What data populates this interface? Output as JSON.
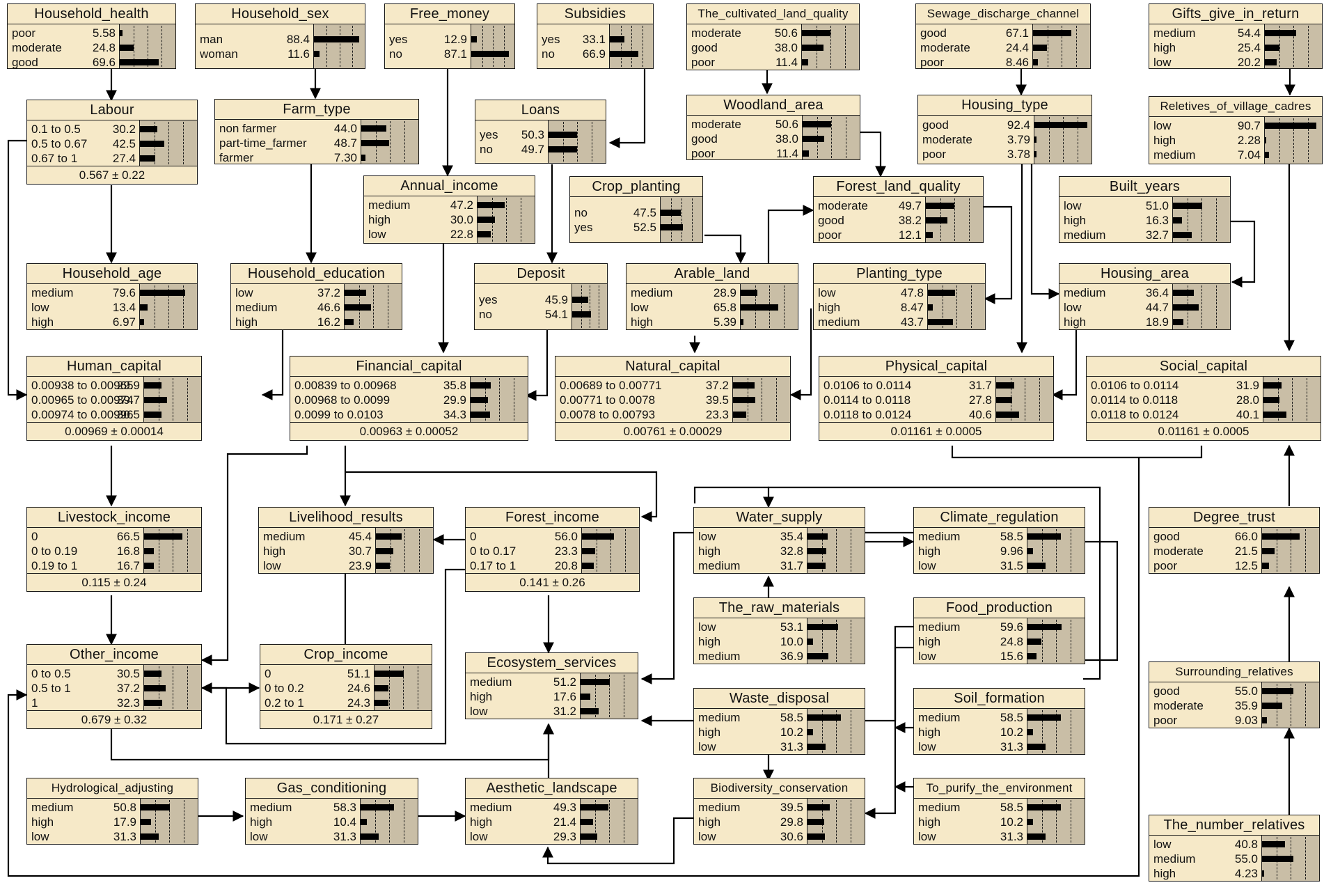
{
  "nodes": [
    {
      "id": "household_health",
      "name": "Household_health",
      "states": [
        [
          "poor",
          "5.58"
        ],
        [
          "moderate",
          "24.8"
        ],
        [
          "good",
          "69.6"
        ]
      ],
      "pct": [
        5.58,
        24.8,
        69.6
      ]
    },
    {
      "id": "household_sex",
      "name": "Household_sex",
      "states": [
        [
          "man",
          "88.4"
        ],
        [
          "woman",
          "11.6"
        ]
      ],
      "pct": [
        88.4,
        11.6
      ]
    },
    {
      "id": "free_money",
      "name": "Free_money",
      "states": [
        [
          "yes",
          "12.9"
        ],
        [
          "no",
          "87.1"
        ]
      ],
      "pct": [
        12.9,
        87.1
      ]
    },
    {
      "id": "subsidies",
      "name": "Subsidies",
      "states": [
        [
          "yes",
          "33.1"
        ],
        [
          "no",
          "66.9"
        ]
      ],
      "pct": [
        33.1,
        66.9
      ]
    },
    {
      "id": "cultivated_land_quality",
      "name": "The_cultivated_land_quality",
      "states": [
        [
          "moderate",
          "50.6"
        ],
        [
          "good",
          "38.0"
        ],
        [
          "poor",
          "11.4"
        ]
      ],
      "pct": [
        50.6,
        38.0,
        11.4
      ]
    },
    {
      "id": "sewage_discharge_channel",
      "name": "Sewage_discharge_channel",
      "states": [
        [
          "good",
          "67.1"
        ],
        [
          "moderate",
          "24.4"
        ],
        [
          "poor",
          "8.46"
        ]
      ],
      "pct": [
        67.1,
        24.4,
        8.46
      ]
    },
    {
      "id": "gifts_give_in_return",
      "name": "Gifts_give_in_return",
      "states": [
        [
          "medium",
          "54.4"
        ],
        [
          "high",
          "25.4"
        ],
        [
          "low",
          "20.2"
        ]
      ],
      "pct": [
        54.4,
        25.4,
        20.2
      ]
    },
    {
      "id": "labour",
      "name": "Labour",
      "states": [
        [
          "0.1 to 0.5",
          "30.2"
        ],
        [
          "0.5 to 0.67",
          "42.5"
        ],
        [
          "0.67 to 1",
          "27.4"
        ]
      ],
      "pct": [
        30.2,
        42.5,
        27.4
      ],
      "footer": "0.567  ± 0.22"
    },
    {
      "id": "farm_type",
      "name": "Farm_type",
      "states": [
        [
          "non farmer",
          "44.0"
        ],
        [
          "part-time_farmer",
          "48.7"
        ],
        [
          "farmer",
          "7.30"
        ]
      ],
      "pct": [
        44.0,
        48.7,
        7.3
      ]
    },
    {
      "id": "loans",
      "name": "Loans",
      "states": [
        [
          "yes",
          "50.3"
        ],
        [
          "no",
          "49.7"
        ]
      ],
      "pct": [
        50.3,
        49.7
      ]
    },
    {
      "id": "woodland_area",
      "name": "Woodland_area",
      "states": [
        [
          "moderate",
          "50.6"
        ],
        [
          "good",
          "38.0"
        ],
        [
          "poor",
          "11.4"
        ]
      ],
      "pct": [
        50.6,
        38.0,
        11.4
      ]
    },
    {
      "id": "housing_type",
      "name": "Housing_type",
      "states": [
        [
          "good",
          "92.4"
        ],
        [
          "moderate",
          "3.79"
        ],
        [
          "poor",
          "3.78"
        ]
      ],
      "pct": [
        92.4,
        3.79,
        3.78
      ]
    },
    {
      "id": "reletives_of_village_cadres",
      "name": "Reletives_of_village_cadres",
      "states": [
        [
          "low",
          "90.7"
        ],
        [
          "high",
          "2.28"
        ],
        [
          "medium",
          "7.04"
        ]
      ],
      "pct": [
        90.7,
        2.28,
        7.04
      ]
    },
    {
      "id": "annual_income",
      "name": "Annual_income",
      "states": [
        [
          "medium",
          "47.2"
        ],
        [
          "high",
          "30.0"
        ],
        [
          "low",
          "22.8"
        ]
      ],
      "pct": [
        47.2,
        30.0,
        22.8
      ]
    },
    {
      "id": "crop_planting",
      "name": "Crop_planting",
      "states": [
        [
          "no",
          "47.5"
        ],
        [
          "yes",
          "52.5"
        ]
      ],
      "pct": [
        47.5,
        52.5
      ]
    },
    {
      "id": "forest_land_quality",
      "name": "Forest_land_quality",
      "states": [
        [
          "moderate",
          "49.7"
        ],
        [
          "good",
          "38.2"
        ],
        [
          "poor",
          "12.1"
        ]
      ],
      "pct": [
        49.7,
        38.2,
        12.1
      ]
    },
    {
      "id": "built_years",
      "name": "Built_years",
      "states": [
        [
          "low",
          "51.0"
        ],
        [
          "high",
          "16.3"
        ],
        [
          "medium",
          "32.7"
        ]
      ],
      "pct": [
        51.0,
        16.3,
        32.7
      ]
    },
    {
      "id": "household_age",
      "name": "Household_age",
      "states": [
        [
          "medium",
          "79.6"
        ],
        [
          "low",
          "13.4"
        ],
        [
          "high",
          "6.97"
        ]
      ],
      "pct": [
        79.6,
        13.4,
        6.97
      ]
    },
    {
      "id": "household_education",
      "name": "Household_education",
      "states": [
        [
          "low",
          "37.2"
        ],
        [
          "medium",
          "46.6"
        ],
        [
          "high",
          "16.2"
        ]
      ],
      "pct": [
        37.2,
        46.6,
        16.2
      ]
    },
    {
      "id": "deposit",
      "name": "Deposit",
      "states": [
        [
          "yes",
          "45.9"
        ],
        [
          "no",
          "54.1"
        ]
      ],
      "pct": [
        45.9,
        54.1
      ]
    },
    {
      "id": "arable_land",
      "name": "Arable_land",
      "states": [
        [
          "medium",
          "28.9"
        ],
        [
          "low",
          "65.8"
        ],
        [
          "high",
          "5.39"
        ]
      ],
      "pct": [
        28.9,
        65.8,
        5.39
      ]
    },
    {
      "id": "planting_type",
      "name": "Planting_type",
      "states": [
        [
          "low",
          "47.8"
        ],
        [
          "high",
          "8.47"
        ],
        [
          "medium",
          "43.7"
        ]
      ],
      "pct": [
        47.8,
        8.47,
        43.7
      ]
    },
    {
      "id": "housing_area",
      "name": "Housing_area",
      "states": [
        [
          "medium",
          "36.4"
        ],
        [
          "low",
          "44.7"
        ],
        [
          "high",
          "18.9"
        ]
      ],
      "pct": [
        36.4,
        44.7,
        18.9
      ]
    },
    {
      "id": "human_capital",
      "name": "Human_capital",
      "states": [
        [
          "0.00938 to 0.00965",
          "29.9"
        ],
        [
          "0.00965 to 0.00974",
          "39.7"
        ],
        [
          "0.00974 to 0.00996",
          "30.5"
        ]
      ],
      "pct": [
        29.9,
        39.7,
        30.5
      ],
      "footer": "0.00969  ± 0.00014"
    },
    {
      "id": "financial_capital",
      "name": "Financial_capital",
      "states": [
        [
          "0.00839 to 0.00968",
          "35.8"
        ],
        [
          "0.00968 to 0.0099",
          "29.9"
        ],
        [
          "0.0099 to 0.0103",
          "34.3"
        ]
      ],
      "pct": [
        35.8,
        29.9,
        34.3
      ],
      "footer": "0.00963  ± 0.00052"
    },
    {
      "id": "natural_capital",
      "name": "Natural_capital",
      "states": [
        [
          "0.00689 to 0.00771",
          "37.2"
        ],
        [
          "0.00771 to 0.0078",
          "39.5"
        ],
        [
          "0.0078 to 0.00793",
          "23.3"
        ]
      ],
      "pct": [
        37.2,
        39.5,
        23.3
      ],
      "footer": "0.00761  ± 0.00029"
    },
    {
      "id": "physical_capital",
      "name": "Physical_capital",
      "states": [
        [
          "0.0106 to 0.0114",
          "31.7"
        ],
        [
          "0.0114 to 0.0118",
          "27.8"
        ],
        [
          "0.0118 to 0.0124",
          "40.6"
        ]
      ],
      "pct": [
        31.7,
        27.8,
        40.6
      ],
      "footer": "0.01161  ± 0.0005"
    },
    {
      "id": "social_capital",
      "name": "Social_capital",
      "states": [
        [
          "0.0106 to 0.0114",
          "31.9"
        ],
        [
          "0.0114 to 0.0118",
          "28.0"
        ],
        [
          "0.0118 to 0.0124",
          "40.1"
        ]
      ],
      "pct": [
        31.9,
        28.0,
        40.1
      ],
      "footer": "0.01161  ± 0.0005"
    },
    {
      "id": "livestock_income",
      "name": "Livestock_income",
      "states": [
        [
          "0",
          "66.5"
        ],
        [
          "0 to 0.19",
          "16.8"
        ],
        [
          "0.19 to 1",
          "16.7"
        ]
      ],
      "pct": [
        66.5,
        16.8,
        16.7
      ],
      "footer": "0.115  ± 0.24"
    },
    {
      "id": "livelihood_results",
      "name": "Livelihood_results",
      "states": [
        [
          "medium",
          "45.4"
        ],
        [
          "high",
          "30.7"
        ],
        [
          "low",
          "23.9"
        ]
      ],
      "pct": [
        45.4,
        30.7,
        23.9
      ]
    },
    {
      "id": "forest_income",
      "name": "Forest_income",
      "states": [
        [
          "0",
          "56.0"
        ],
        [
          "0 to 0.17",
          "23.3"
        ],
        [
          "0.17 to 1",
          "20.8"
        ]
      ],
      "pct": [
        56.0,
        23.3,
        20.8
      ],
      "footer": "0.141  ± 0.26"
    },
    {
      "id": "water_supply",
      "name": "Water_supply",
      "states": [
        [
          "low",
          "35.4"
        ],
        [
          "high",
          "32.8"
        ],
        [
          "medium",
          "31.7"
        ]
      ],
      "pct": [
        35.4,
        32.8,
        31.7
      ]
    },
    {
      "id": "climate_regulation",
      "name": "Climate_regulation",
      "states": [
        [
          "medium",
          "58.5"
        ],
        [
          "high",
          "9.96"
        ],
        [
          "low",
          "31.5"
        ]
      ],
      "pct": [
        58.5,
        9.96,
        31.5
      ]
    },
    {
      "id": "degree_trust",
      "name": "Degree_trust",
      "states": [
        [
          "good",
          "66.0"
        ],
        [
          "moderate",
          "21.5"
        ],
        [
          "poor",
          "12.5"
        ]
      ],
      "pct": [
        66.0,
        21.5,
        12.5
      ]
    },
    {
      "id": "raw_materials",
      "name": "The_raw_materials",
      "states": [
        [
          "low",
          "53.1"
        ],
        [
          "high",
          "10.0"
        ],
        [
          "medium",
          "36.9"
        ]
      ],
      "pct": [
        53.1,
        10.0,
        36.9
      ]
    },
    {
      "id": "food_production",
      "name": "Food_production",
      "states": [
        [
          "medium",
          "59.6"
        ],
        [
          "high",
          "24.8"
        ],
        [
          "low",
          "15.6"
        ]
      ],
      "pct": [
        59.6,
        24.8,
        15.6
      ]
    },
    {
      "id": "other_income",
      "name": "Other_income",
      "states": [
        [
          "0 to 0.5",
          "30.5"
        ],
        [
          "0.5 to 1",
          "37.2"
        ],
        [
          "1",
          "32.3"
        ]
      ],
      "pct": [
        30.5,
        37.2,
        32.3
      ],
      "footer": "0.679  ± 0.32"
    },
    {
      "id": "crop_income",
      "name": "Crop_income",
      "states": [
        [
          "0",
          "51.1"
        ],
        [
          "0 to 0.2",
          "24.6"
        ],
        [
          "0.2 to 1",
          "24.3"
        ]
      ],
      "pct": [
        51.1,
        24.6,
        24.3
      ],
      "footer": "0.171  ± 0.27"
    },
    {
      "id": "ecosystem_services",
      "name": "Ecosystem_services",
      "states": [
        [
          "medium",
          "51.2"
        ],
        [
          "high",
          "17.6"
        ],
        [
          "low",
          "31.2"
        ]
      ],
      "pct": [
        51.2,
        17.6,
        31.2
      ]
    },
    {
      "id": "surrounding_relatives",
      "name": "Surrounding_relatives",
      "states": [
        [
          "good",
          "55.0"
        ],
        [
          "moderate",
          "35.9"
        ],
        [
          "poor",
          "9.03"
        ]
      ],
      "pct": [
        55.0,
        35.9,
        9.03
      ]
    },
    {
      "id": "waste_disposal",
      "name": "Waste_disposal",
      "states": [
        [
          "medium",
          "58.5"
        ],
        [
          "high",
          "10.2"
        ],
        [
          "low",
          "31.3"
        ]
      ],
      "pct": [
        58.5,
        10.2,
        31.3
      ]
    },
    {
      "id": "soil_formation",
      "name": "Soil_formation",
      "states": [
        [
          "medium",
          "58.5"
        ],
        [
          "high",
          "10.2"
        ],
        [
          "low",
          "31.3"
        ]
      ],
      "pct": [
        58.5,
        10.2,
        31.3
      ]
    },
    {
      "id": "hydrological_adjusting",
      "name": "Hydrological_adjusting",
      "states": [
        [
          "medium",
          "50.8"
        ],
        [
          "high",
          "17.9"
        ],
        [
          "low",
          "31.3"
        ]
      ],
      "pct": [
        50.8,
        17.9,
        31.3
      ]
    },
    {
      "id": "gas_conditioning",
      "name": "Gas_conditioning",
      "states": [
        [
          "medium",
          "58.3"
        ],
        [
          "high",
          "10.4"
        ],
        [
          "low",
          "31.3"
        ]
      ],
      "pct": [
        58.3,
        10.4,
        31.3
      ]
    },
    {
      "id": "aesthetic_landscape",
      "name": "Aesthetic_landscape",
      "states": [
        [
          "medium",
          "49.3"
        ],
        [
          "high",
          "21.4"
        ],
        [
          "low",
          "29.3"
        ]
      ],
      "pct": [
        49.3,
        21.4,
        29.3
      ]
    },
    {
      "id": "biodiversity_conservation",
      "name": "Biodiversity_conservation",
      "states": [
        [
          "medium",
          "39.5"
        ],
        [
          "high",
          "29.8"
        ],
        [
          "low",
          "30.6"
        ]
      ],
      "pct": [
        39.5,
        29.8,
        30.6
      ]
    },
    {
      "id": "purify_environment",
      "name": "To_purify_the_environment",
      "states": [
        [
          "medium",
          "58.5"
        ],
        [
          "high",
          "10.2"
        ],
        [
          "low",
          "31.3"
        ]
      ],
      "pct": [
        58.5,
        10.2,
        31.3
      ]
    },
    {
      "id": "number_relatives",
      "name": "The_number_relatives",
      "states": [
        [
          "low",
          "40.8"
        ],
        [
          "medium",
          "55.0"
        ],
        [
          "high",
          "4.23"
        ]
      ],
      "pct": [
        40.8,
        55.0,
        4.23
      ]
    }
  ],
  "colors": {
    "node_fill": "#f6e9c8",
    "bar_panel": "#c9bea6",
    "bar": "#000000",
    "edge": "#000000"
  }
}
